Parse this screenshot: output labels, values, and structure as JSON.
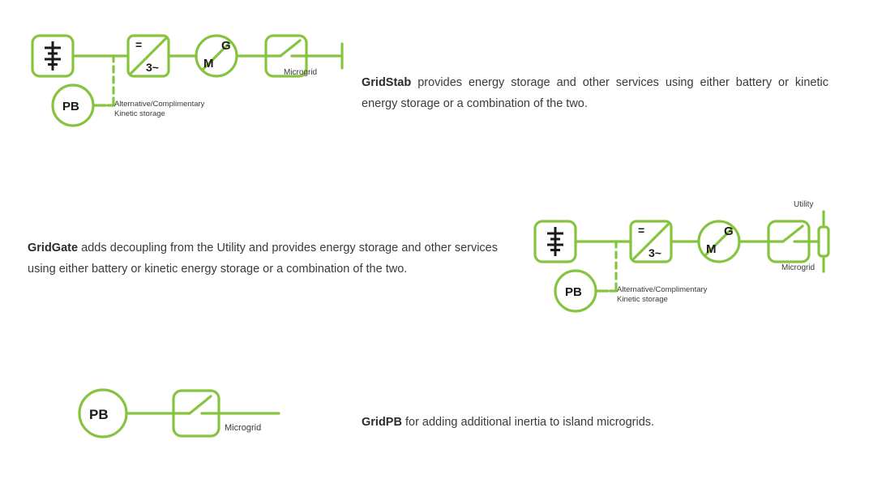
{
  "theme": {
    "accent_green": "#8cc63f",
    "line_green": "#86c440",
    "text_dark": "#2b2b2b",
    "background": "#ffffff"
  },
  "sections": [
    {
      "id": "gridstab",
      "name": "GridStab",
      "description_bold": "GridStab",
      "description_rest": " provides energy storage and other services using either battery or kinetic energy storage or a combination of the two.",
      "diagram": {
        "battery_symbol": "battery",
        "inverter_dc_label": "=",
        "inverter_ac_label": "3~",
        "machine_generator_label": "G",
        "machine_motor_label": "M",
        "switch_symbol": "open-switch",
        "pb_label": "PB",
        "pb_note_line1": "Alternative/Complimentary",
        "pb_note_line2": "Kinetic storage",
        "terminal_label": "Microgrid"
      }
    },
    {
      "id": "gridgate",
      "name": "GridGate",
      "description_bold": "GridGate",
      "description_rest": " adds decoupling from the Utility and provides energy storage and other services using either battery or kinetic energy storage or a combination of the two.",
      "diagram": {
        "battery_symbol": "battery",
        "inverter_dc_label": "=",
        "inverter_ac_label": "3~",
        "machine_generator_label": "G",
        "machine_motor_label": "M",
        "switch_symbol": "open-switch",
        "pb_label": "PB",
        "pb_note_line1": "Alternative/Complimentary",
        "pb_note_line2": "Kinetic storage",
        "bus_top_label": "Utility",
        "bus_bottom_label": "Microgrid"
      }
    },
    {
      "id": "gridpb",
      "name": "GridPB",
      "description_bold": "GridPB",
      "description_rest": " for adding additional inertia to island microgrids.",
      "diagram": {
        "pb_label": "PB",
        "switch_symbol": "open-switch",
        "terminal_label": "Microgrid"
      }
    }
  ]
}
